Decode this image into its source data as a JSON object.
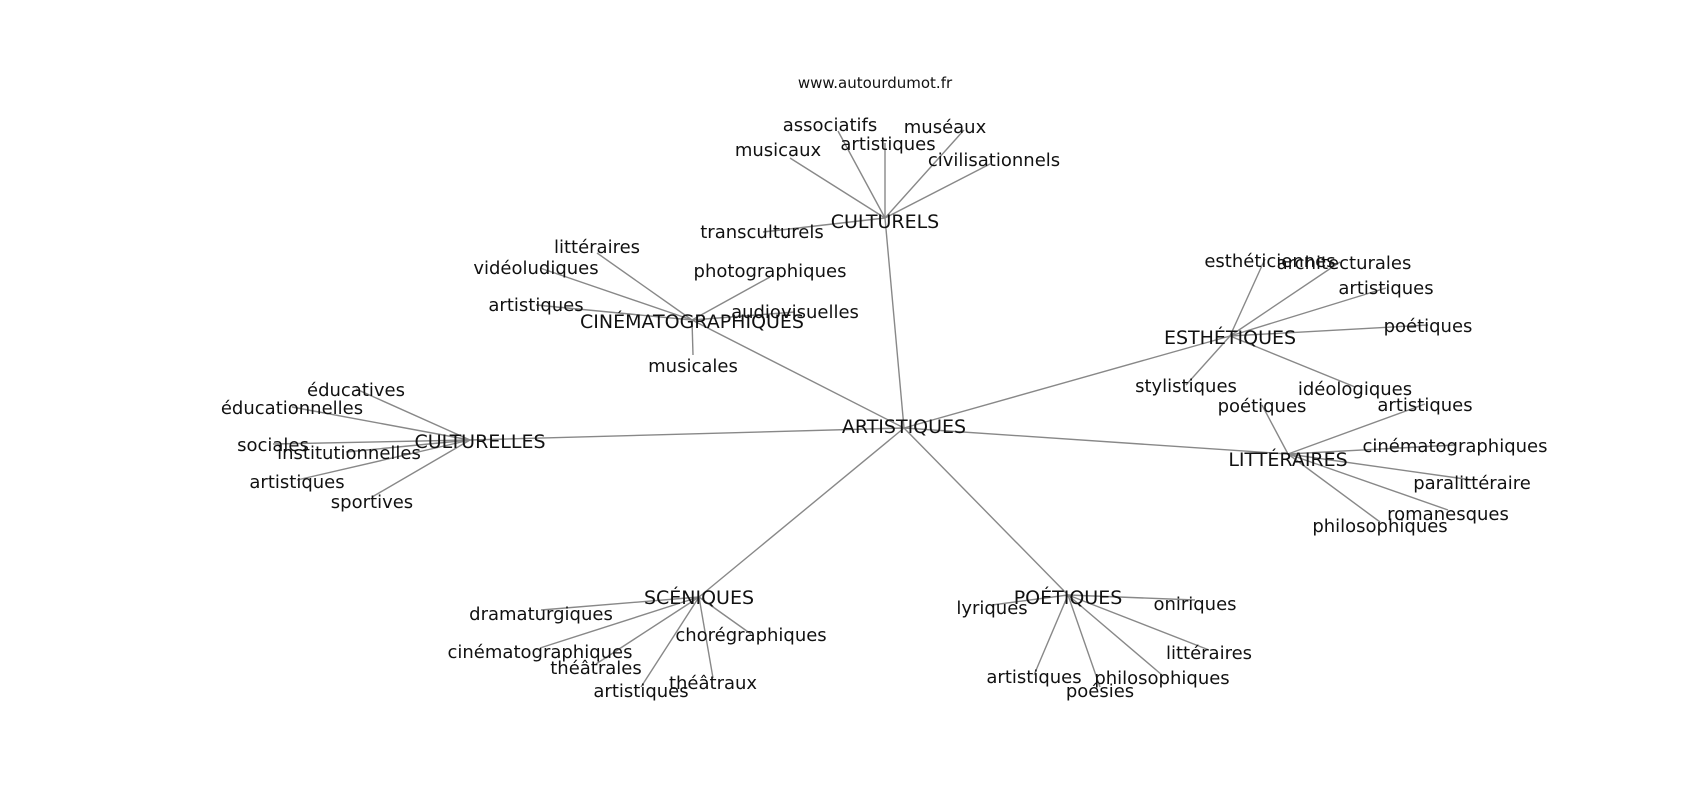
{
  "source": "www.autourdumot.fr",
  "center": {
    "label": "ARTISTIQUES"
  },
  "colors": {
    "edge": "#888888",
    "text": "#111111",
    "background": "#ffffff"
  },
  "groups": [
    {
      "key": "culturels",
      "label": "CULTURELS",
      "leaves": [
        "associatifs",
        "muséaux",
        "artistiques",
        "musicaux",
        "civilisationnels",
        "transculturels"
      ]
    },
    {
      "key": "cinematographiques",
      "label": "CINÉMATOGRAPHIQUES",
      "leaves": [
        "littéraires",
        "vidéoludiques",
        "photographiques",
        "artistiques",
        "audiovisuelles",
        "musicales"
      ]
    },
    {
      "key": "culturelles",
      "label": "CULTURELLES",
      "leaves": [
        "éducatives",
        "éducationnelles",
        "sociales",
        "institutionnelles",
        "artistiques",
        "sportives"
      ]
    },
    {
      "key": "esthetiques",
      "label": "ESTHÉTIQUES",
      "leaves": [
        "esthéticiennes",
        "architecturales",
        "artistiques",
        "poétiques",
        "stylistiques",
        "idéologiques"
      ]
    },
    {
      "key": "litteraires",
      "label": "LITTÉRAIRES",
      "leaves": [
        "poétiques",
        "artistiques",
        "cinématographiques",
        "paralittéraire",
        "romanesques",
        "philosophiques"
      ]
    },
    {
      "key": "sceniques",
      "label": "SCÉNIQUES",
      "leaves": [
        "dramaturgiques",
        "chorégraphiques",
        "cinématographiques",
        "théâtrales",
        "théâtraux",
        "artistiques"
      ]
    },
    {
      "key": "poetiques",
      "label": "POÉTIQUES",
      "leaves": [
        "lyriques",
        "oniriques",
        "littéraires",
        "artistiques",
        "philosophiques",
        "poésies"
      ]
    }
  ]
}
